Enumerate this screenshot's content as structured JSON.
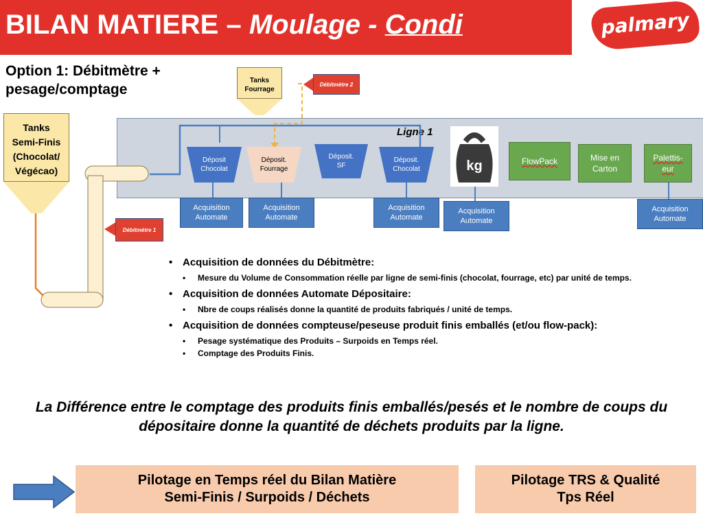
{
  "header": {
    "title_main": "BILAN MATIERE – ",
    "title_italic": "Moulage - ",
    "title_underlined": "Condi",
    "logo_text": "palmary"
  },
  "option_title": "Option 1: Débitmètre + pesage/comptage",
  "tanks_fourrage": {
    "line1": "Tanks",
    "line2": "Fourrage"
  },
  "tanks_semifinis": {
    "line1": "Tanks",
    "line2": "Semi-Finis",
    "line3": "(Chocolat/",
    "line4": "Végécao)"
  },
  "debitmetre_1": "Débitmètre 1",
  "debitmetre_2": "Débitmètre 2",
  "ligne_label": "Ligne 1",
  "deposits": [
    {
      "line1": "Déposit",
      "line2": "Chocolat"
    },
    {
      "line1": "Déposit.",
      "line2": "Fourrage"
    },
    {
      "line1": "Déposit.",
      "line2": "SF"
    },
    {
      "line1": "Déposit.",
      "line2": "Chocolat"
    }
  ],
  "weight_icon_text": "kg",
  "process_boxes": [
    {
      "line1": "FlowPack",
      "line2": ""
    },
    {
      "line1": "Mise en",
      "line2": "Carton"
    },
    {
      "line1": "Palettis-",
      "line2": "eur"
    }
  ],
  "acquisition": {
    "line1": "Acquisition",
    "line2": "Automate"
  },
  "bullets": [
    {
      "title": "Acquisition de données du Débitmètre:",
      "subs": [
        "Mesure du Volume de Consommation réelle par ligne de semi-finis (chocolat, fourrage, etc) par unité de temps."
      ]
    },
    {
      "title": "Acquisition de données Automate Dépositaire:",
      "subs": [
        "Nbre de coups réalisés donne la quantité de produits fabriqués / unité de temps."
      ]
    },
    {
      "title": "Acquisition de données compteuse/peseuse produit finis emballés (et/ou flow-pack):",
      "subs": [
        "Pesage systématique des Produits – Surpoids en Temps réel.",
        "Comptage des Produits Finis."
      ]
    }
  ],
  "conclusion": "La Différence entre le comptage des produits finis emballés/pesés et le nombre de coups du dépositaire donne la quantité de déchets produits par la ligne.",
  "pilotage_1": {
    "line1": "Pilotage en Temps réel du Bilan Matière",
    "line2": "Semi-Finis / Surpoids / Déchets"
  },
  "pilotage_2": {
    "line1": "Pilotage TRS & Qualité",
    "line2": "Tps Réel"
  },
  "colors": {
    "title_red": "#e1312a",
    "acq_blue": "#4a7ec0",
    "green": "#6aa84f",
    "peach": "#f8cbad",
    "tank_yellow": "#fbe8a9"
  }
}
